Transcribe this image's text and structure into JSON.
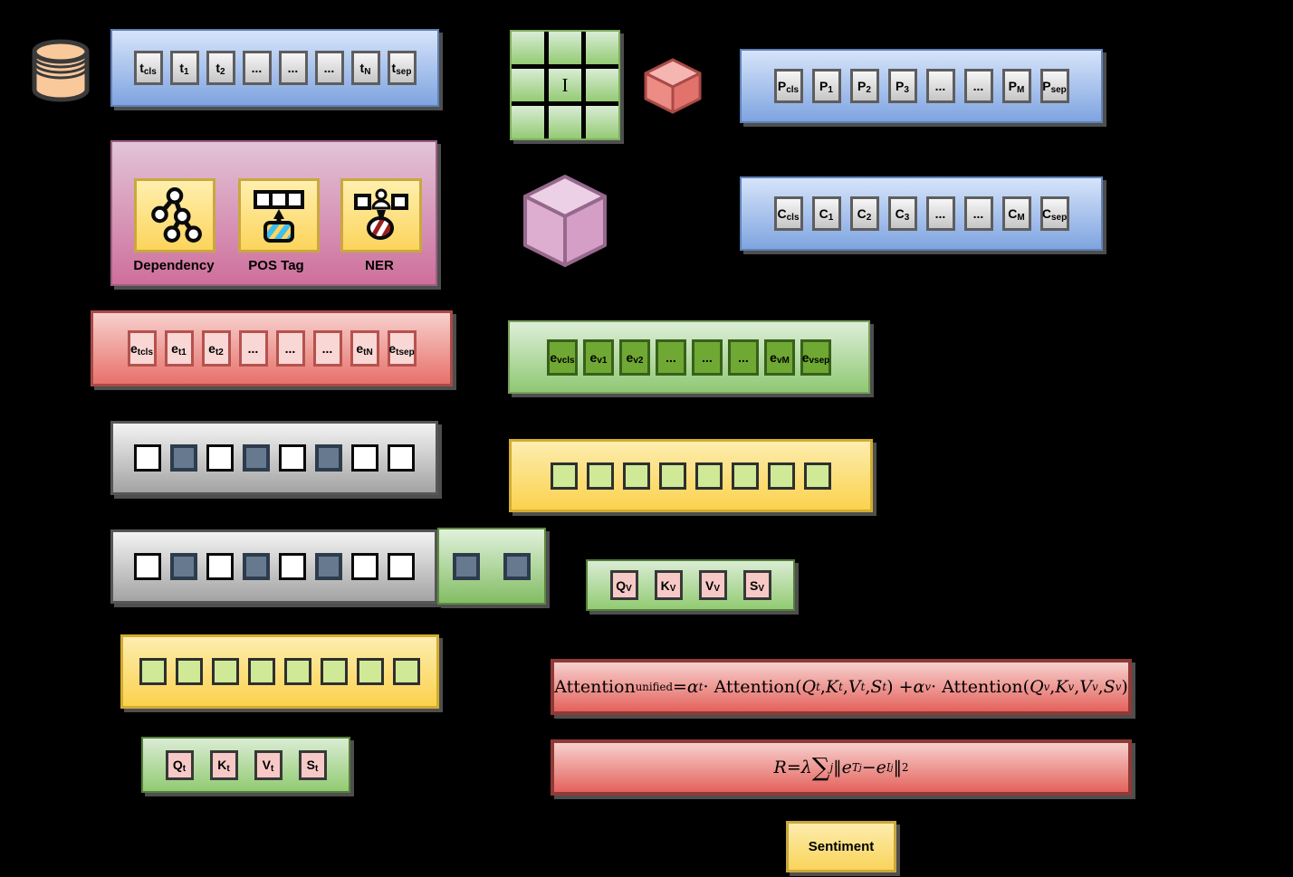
{
  "colors": {
    "background": "#000000",
    "blue_box": "#7fa4e0",
    "pink_box": "#ce6f9b",
    "red_box": "#e7716b",
    "green_box": "#90c873",
    "gray_box": "#a3a3a3",
    "yellow_box": "#fbd24e",
    "slate_square": "#66798e",
    "light_green_square": "#cfe996",
    "cylinder": "#f9c99c"
  },
  "tokens_box": {
    "cells": [
      [
        {
          "t": "t"
        },
        {
          "t": "cls",
          "sub": true
        }
      ],
      [
        {
          "t": "t"
        },
        {
          "t": "1",
          "sub": true
        }
      ],
      [
        {
          "t": "t"
        },
        {
          "t": "2",
          "sub": true
        }
      ],
      [
        {
          "t": "..."
        }
      ],
      [
        {
          "t": "..."
        }
      ],
      [
        {
          "t": "..."
        }
      ],
      [
        {
          "t": "t"
        },
        {
          "t": "N",
          "sub": true
        }
      ],
      [
        {
          "t": "t"
        },
        {
          "t": "sep",
          "sub": true
        }
      ]
    ]
  },
  "syntax_box": {
    "items": [
      {
        "label": "Dependency"
      },
      {
        "label": "POS Tag"
      },
      {
        "label": "NER"
      }
    ]
  },
  "text_embed_box": {
    "cells": [
      [
        {
          "t": "e"
        },
        {
          "t": "tcls",
          "sub": true
        }
      ],
      [
        {
          "t": "e"
        },
        {
          "t": "t1",
          "sub": true
        }
      ],
      [
        {
          "t": "e"
        },
        {
          "t": "t2",
          "sub": true
        }
      ],
      [
        {
          "t": "..."
        }
      ],
      [
        {
          "t": "..."
        }
      ],
      [
        {
          "t": "..."
        }
      ],
      [
        {
          "t": "e"
        },
        {
          "t": "tN",
          "sub": true
        }
      ],
      [
        {
          "t": "e"
        },
        {
          "t": "tsep",
          "sub": true
        }
      ]
    ]
  },
  "image_grid": {
    "label": "I"
  },
  "patches_box": {
    "cells": [
      [
        {
          "t": "P"
        },
        {
          "t": "cls",
          "sub": true
        }
      ],
      [
        {
          "t": "P"
        },
        {
          "t": "1",
          "sub": true
        }
      ],
      [
        {
          "t": "P"
        },
        {
          "t": "2",
          "sub": true
        }
      ],
      [
        {
          "t": "P"
        },
        {
          "t": "3",
          "sub": true
        }
      ],
      [
        {
          "t": "..."
        }
      ],
      [
        {
          "t": "..."
        }
      ],
      [
        {
          "t": "P"
        },
        {
          "t": "M",
          "sub": true
        }
      ],
      [
        {
          "t": "P"
        },
        {
          "t": "sep",
          "sub": true
        }
      ]
    ]
  },
  "captions_box": {
    "cells": [
      [
        {
          "t": "C"
        },
        {
          "t": "cls",
          "sub": true
        }
      ],
      [
        {
          "t": "C"
        },
        {
          "t": "1",
          "sub": true
        }
      ],
      [
        {
          "t": "C"
        },
        {
          "t": "2",
          "sub": true
        }
      ],
      [
        {
          "t": "C"
        },
        {
          "t": "3",
          "sub": true
        }
      ],
      [
        {
          "t": "..."
        }
      ],
      [
        {
          "t": "..."
        }
      ],
      [
        {
          "t": "C"
        },
        {
          "t": "M",
          "sub": true
        }
      ],
      [
        {
          "t": "C"
        },
        {
          "t": "sep",
          "sub": true
        }
      ]
    ]
  },
  "visual_embed_box": {
    "cells": [
      [
        {
          "t": "e"
        },
        {
          "t": "vcls",
          "sub": true
        }
      ],
      [
        {
          "t": "e"
        },
        {
          "t": "v1",
          "sub": true
        }
      ],
      [
        {
          "t": "e"
        },
        {
          "t": "v2",
          "sub": true
        }
      ],
      [
        {
          "t": "..."
        }
      ],
      [
        {
          "t": "..."
        }
      ],
      [
        {
          "t": "..."
        }
      ],
      [
        {
          "t": "e"
        },
        {
          "t": "vM",
          "sub": true
        }
      ],
      [
        {
          "t": "e"
        },
        {
          "t": "vsep",
          "sub": true
        }
      ]
    ]
  },
  "masked_text_row": {
    "pattern": [
      "plain",
      "masked",
      "plain",
      "masked",
      "plain",
      "masked",
      "plain",
      "plain"
    ]
  },
  "masked_multimodal_row": {
    "pattern": [
      "plain",
      "masked",
      "plain",
      "masked",
      "plain",
      "masked",
      "plain",
      "plain"
    ],
    "visual_pattern": [
      "masked",
      "masked"
    ]
  },
  "fused_visual_row": {
    "squares": [
      "green",
      "green",
      "green",
      "green",
      "green",
      "green",
      "green",
      "green"
    ]
  },
  "fused_text_row": {
    "squares": [
      "green",
      "green",
      "green",
      "green",
      "green",
      "green",
      "green",
      "green"
    ]
  },
  "qkvs_visual": {
    "cells": [
      [
        {
          "t": "Q"
        },
        {
          "t": "V",
          "sub": true
        }
      ],
      [
        {
          "t": "K"
        },
        {
          "t": "V",
          "sub": true
        }
      ],
      [
        {
          "t": "V"
        },
        {
          "t": "V",
          "sub": true
        }
      ],
      [
        {
          "t": "S"
        },
        {
          "t": "V",
          "sub": true
        }
      ]
    ]
  },
  "qkvs_text": {
    "cells": [
      [
        {
          "t": "Q"
        },
        {
          "t": "t",
          "sub": true
        }
      ],
      [
        {
          "t": "K"
        },
        {
          "t": "t",
          "sub": true
        }
      ],
      [
        {
          "t": "V"
        },
        {
          "t": "t",
          "sub": true
        }
      ],
      [
        {
          "t": "S"
        },
        {
          "t": "t",
          "sub": true
        }
      ]
    ]
  },
  "formula_attention": {
    "parts": [
      {
        "t": "Attention"
      },
      {
        "t": "unified",
        "sub": true
      },
      {
        "t": " = "
      },
      {
        "t": "α",
        "it": true
      },
      {
        "t": "t",
        "sub": true,
        "it": true
      },
      {
        "t": " · Attention("
      },
      {
        "t": "Q",
        "it": true
      },
      {
        "t": "t",
        "sub": true,
        "it": true
      },
      {
        "t": ", "
      },
      {
        "t": "K",
        "it": true
      },
      {
        "t": "t",
        "sub": true,
        "it": true
      },
      {
        "t": ", "
      },
      {
        "t": "V",
        "it": true
      },
      {
        "t": "t",
        "sub": true,
        "it": true
      },
      {
        "t": ", "
      },
      {
        "t": "S",
        "it": true
      },
      {
        "t": "t",
        "sub": true,
        "it": true
      },
      {
        "t": ") + "
      },
      {
        "t": "α",
        "it": true
      },
      {
        "t": "v",
        "sub": true,
        "it": true
      },
      {
        "t": " · Attention("
      },
      {
        "t": "Q",
        "it": true
      },
      {
        "t": "v",
        "sub": true,
        "it": true
      },
      {
        "t": ", "
      },
      {
        "t": "K",
        "it": true
      },
      {
        "t": "v",
        "sub": true,
        "it": true
      },
      {
        "t": ", "
      },
      {
        "t": "V",
        "it": true
      },
      {
        "t": "v",
        "sub": true,
        "it": true
      },
      {
        "t": ", "
      },
      {
        "t": "S",
        "it": true
      },
      {
        "t": "v",
        "sub": true,
        "it": true
      },
      {
        "t": ")"
      }
    ]
  },
  "formula_regularizer": {
    "parts": [
      {
        "t": "R",
        "it": true
      },
      {
        "t": " = "
      },
      {
        "t": "λ",
        "it": true
      },
      {
        "t": " "
      },
      {
        "t": "∑",
        "big": true
      },
      {
        "t": "j",
        "sub": true,
        "it": true
      },
      {
        "t": " ‖"
      },
      {
        "t": "e",
        "it": true
      },
      {
        "t": "T",
        "sub": true,
        "it": true
      },
      {
        "t": "j",
        "sub2": true,
        "it": true
      },
      {
        "t": " − "
      },
      {
        "t": "e",
        "it": true
      },
      {
        "t": "I",
        "sub": true,
        "it": true
      },
      {
        "t": "j",
        "sub2": true,
        "it": true
      },
      {
        "t": "‖"
      },
      {
        "t": "2",
        "sup": true
      }
    ]
  },
  "sentiment_box": {
    "label": "Sentiment"
  }
}
